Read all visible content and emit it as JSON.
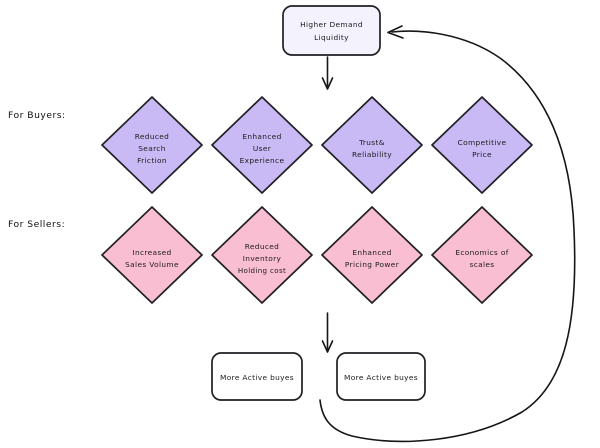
{
  "diagram": {
    "title_node": {
      "label_line_1": "Higher Demand",
      "label_line_2": "Liquidity",
      "fill": "#f4f2fd",
      "stroke": "#201f24"
    },
    "row_labels": {
      "buyers": "For Buyers:",
      "sellers": "For Sellers:"
    },
    "buyer_nodes": [
      {
        "lines": [
          "Reduced",
          "Search",
          "Friction"
        ],
        "fill": "#c9b9f4"
      },
      {
        "lines": [
          "Enhanced",
          "User",
          "Experience"
        ],
        "fill": "#c9b9f4"
      },
      {
        "lines": [
          "Trust&",
          "Reliability"
        ],
        "fill": "#c9b9f4"
      },
      {
        "lines": [
          "Competitive",
          "Price"
        ],
        "fill": "#c9b9f4"
      }
    ],
    "seller_nodes": [
      {
        "lines": [
          "Increased",
          "Sales Volume"
        ],
        "fill": "#fabed3"
      },
      {
        "lines": [
          "Reduced",
          "Inventory",
          "Holding cost"
        ],
        "fill": "#fabed3"
      },
      {
        "lines": [
          "Enhanced",
          "Pricing Power"
        ],
        "fill": "#fabed3"
      },
      {
        "lines": [
          "Economics of",
          "scales"
        ],
        "fill": "#fabed3"
      }
    ],
    "bottom_nodes": [
      {
        "label": "More Active buyes",
        "fill": "#ffffff"
      },
      {
        "label": "More Active buyes",
        "fill": "#ffffff"
      }
    ],
    "colors": {
      "buyer_fill": "#c9b9f4",
      "seller_fill": "#fabed3",
      "top_fill": "#f4f2fd",
      "line": "#16161a",
      "background": "#ffffff"
    },
    "edges": [
      {
        "name": "top-to-buyers",
        "direction": "down"
      },
      {
        "name": "sellers-to-bottom",
        "direction": "down"
      },
      {
        "name": "feedback-loop",
        "direction": "up-left"
      }
    ]
  }
}
